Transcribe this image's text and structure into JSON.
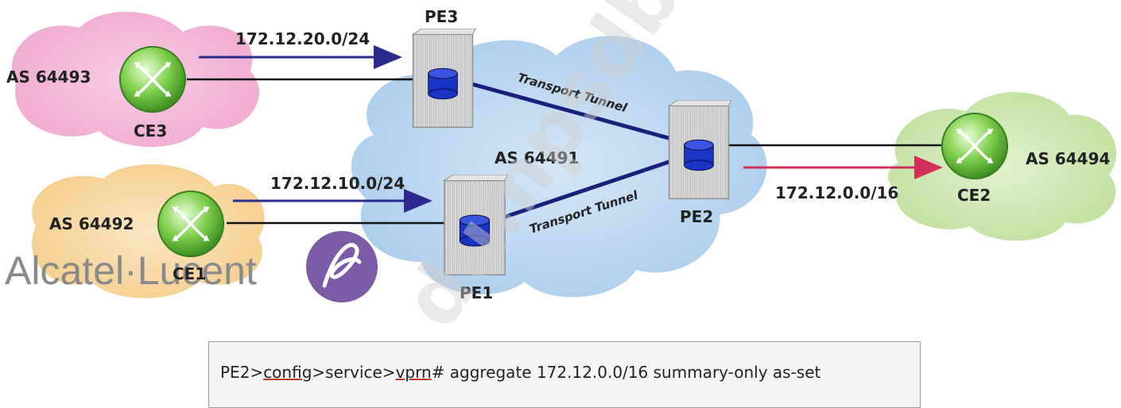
{
  "as_labels": {
    "as_64493": "AS 64493",
    "as_64492": "AS 64492",
    "as_64491": "AS 64491",
    "as_64494": "AS 64494"
  },
  "routers": {
    "ce3": "CE3",
    "ce1": "CE1",
    "ce2": "CE2",
    "pe3": "PE3",
    "pe1": "PE1",
    "pe2": "PE2"
  },
  "prefixes": {
    "p_ce3": "172.12.20.0/24",
    "p_ce1": "172.12.10.0/24",
    "p_aggregate": "172.12.0.0/16"
  },
  "tunnels": {
    "upper": "Transport Tunnel",
    "lower": "Transport Tunnel"
  },
  "logo": {
    "text": "Alcatel·Lucent"
  },
  "watermark": "dumpsdb.com",
  "command": {
    "prefix": "PE2>",
    "config": "config",
    "sep1": ">",
    "service": "service",
    "sep2": ">",
    "vprn": "vprn",
    "rest": "# aggregate 172.12.0.0/16 summary-only as-set"
  },
  "colors": {
    "pink_cloud": "#f3b9d8",
    "orange_cloud": "#f8d9a6",
    "blue_cloud": "#b9d6f0",
    "green_cloud": "#cfe8b4",
    "tunnel": "#1a1f7a",
    "arrow_blue": "#2b2b8f",
    "arrow_red": "#d2325a",
    "logo_purple": "#7b5aa6"
  }
}
